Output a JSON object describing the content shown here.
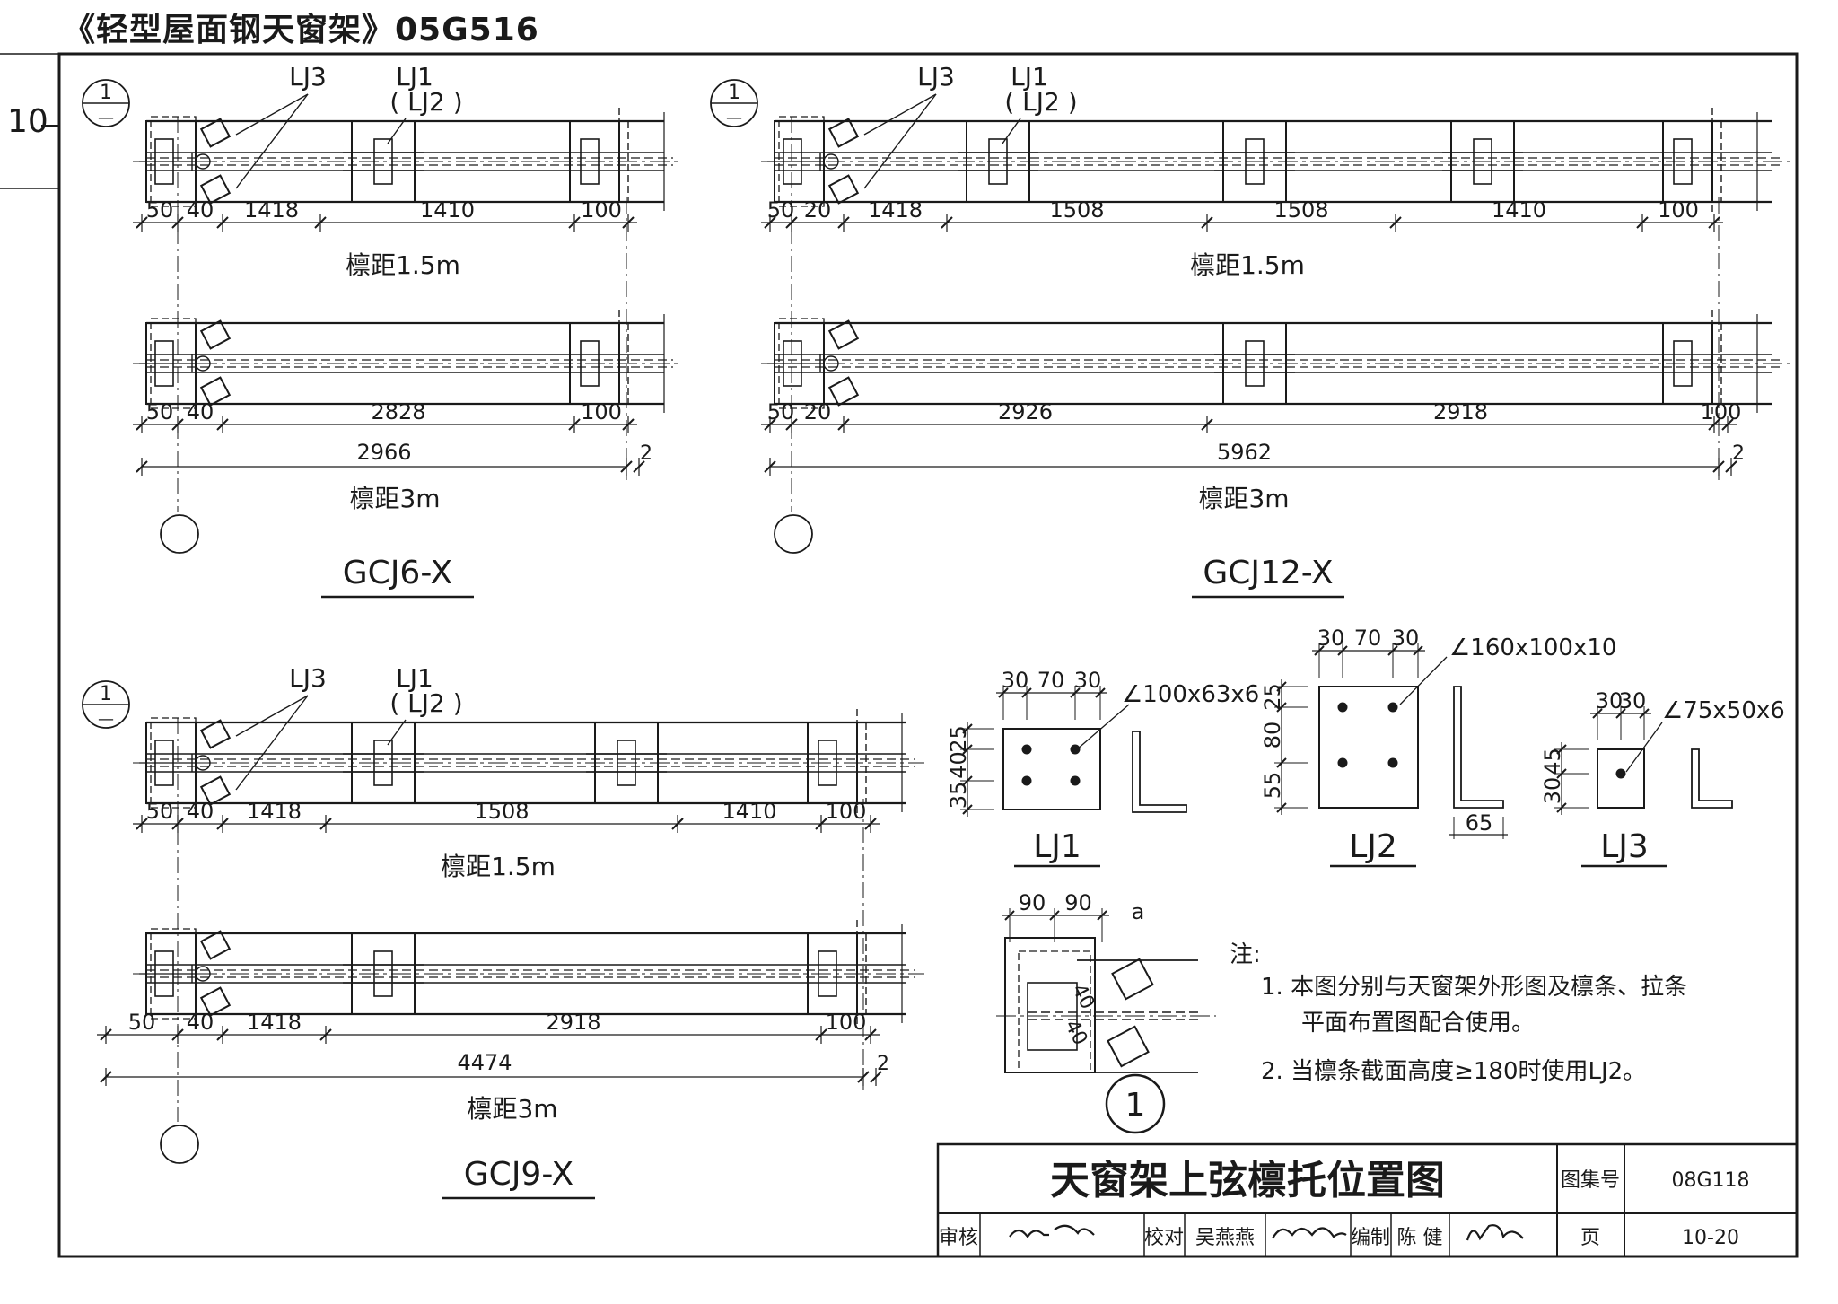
{
  "header": {
    "book": "《轻型屋面钢天窗架》05G516",
    "side_page": "10"
  },
  "section_ref": {
    "num": "1",
    "den": "—"
  },
  "lbl": {
    "lj1": "LJ1",
    "lj2p": "( LJ2 )",
    "lj3": "LJ3",
    "lj2": "LJ2"
  },
  "gcj6": {
    "title": "GCJ6-X",
    "r1_dims": [
      "50",
      "40",
      "1418",
      "1410",
      "100"
    ],
    "r1_spacing": "檩距1.5m",
    "r2_dims": [
      "50",
      "40",
      "2828",
      "100"
    ],
    "total": "2966",
    "extra": "2",
    "r2_spacing": "檩距3m"
  },
  "gcj12": {
    "title": "GCJ12-X",
    "r1_dims": [
      "50",
      "20",
      "1418",
      "1508",
      "1508",
      "1410",
      "100"
    ],
    "r1_spacing": "檩距1.5m",
    "r2_dims": [
      "50",
      "20",
      "2926",
      "2918",
      "100"
    ],
    "total": "5962",
    "extra": "2",
    "r2_spacing": "檩距3m"
  },
  "gcj9": {
    "title": "GCJ9-X",
    "r1_dims": [
      "50",
      "40",
      "1418",
      "1508",
      "1410",
      "100"
    ],
    "r1_spacing": "檩距1.5m",
    "r2_dims": [
      "50",
      "40",
      "1418",
      "2918",
      "100"
    ],
    "total": "4474",
    "extra": "2",
    "r2_spacing": "檩距3m"
  },
  "lj1_detail": {
    "title": "LJ1",
    "angle": "∠100x63x6",
    "top_dims": [
      "30",
      "70",
      "30"
    ],
    "side_dims": [
      "25",
      "40",
      "35"
    ]
  },
  "lj2_detail": {
    "title": "LJ2",
    "angle": "∠160x100x10",
    "top_dims": [
      "30",
      "70",
      "30"
    ],
    "side_dims": [
      "25",
      "80",
      "55"
    ],
    "leg": "65"
  },
  "lj3_detail": {
    "title": "LJ3",
    "angle": "∠75x50x6",
    "top_dims": [
      "30",
      "30"
    ],
    "side_dims": [
      "45",
      "30"
    ]
  },
  "detail1": {
    "dims": [
      "90",
      "90"
    ],
    "a": "a",
    "d40": "40",
    "ref": "1"
  },
  "notes": {
    "head": "注:",
    "n1a": "1. 本图分别与天窗架外形图及檩条、拉条",
    "n1b": "平面布置图配合使用。",
    "n2": "2. 当檩条截面高度≥180时使用LJ2。"
  },
  "title_block": {
    "title": "天窗架上弦檩托位置图",
    "atlas_label": "图集号",
    "atlas_no": "08G118",
    "page_label": "页",
    "page_no": "10-20",
    "review": "审核",
    "check": "校对",
    "checker": "吴燕燕",
    "draw": "编制",
    "drawer": "陈 健"
  }
}
